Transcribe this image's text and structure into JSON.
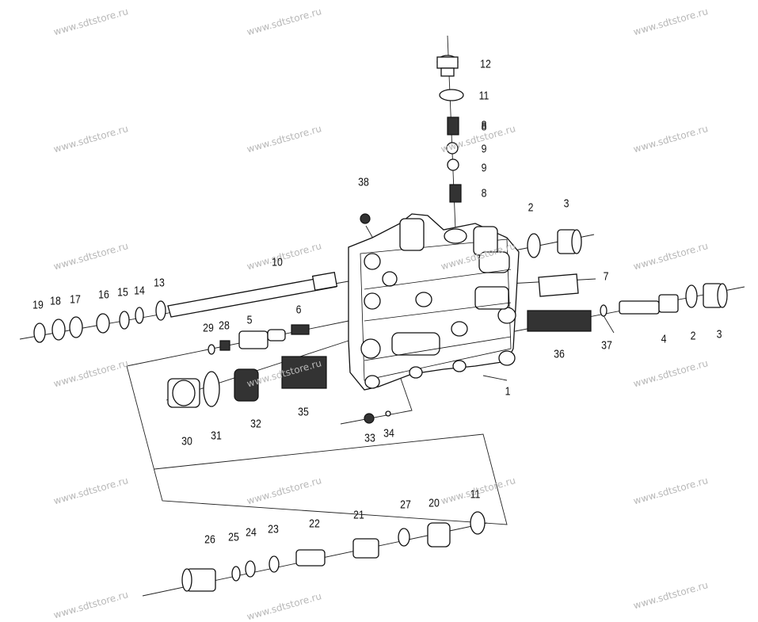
{
  "watermark": "www.sdtstore.ru",
  "callouts": [
    "1",
    "2",
    "2",
    "3",
    "3",
    "4",
    "5",
    "6",
    "7",
    "8",
    "8",
    "8",
    "9",
    "9",
    "10",
    "11",
    "11",
    "12",
    "13",
    "14",
    "15",
    "16",
    "17",
    "18",
    "19",
    "20",
    "21",
    "22",
    "23",
    "24",
    "25",
    "26",
    "27",
    "28",
    "29",
    "30",
    "31",
    "32",
    "33",
    "34",
    "35",
    "36",
    "37",
    "38"
  ]
}
